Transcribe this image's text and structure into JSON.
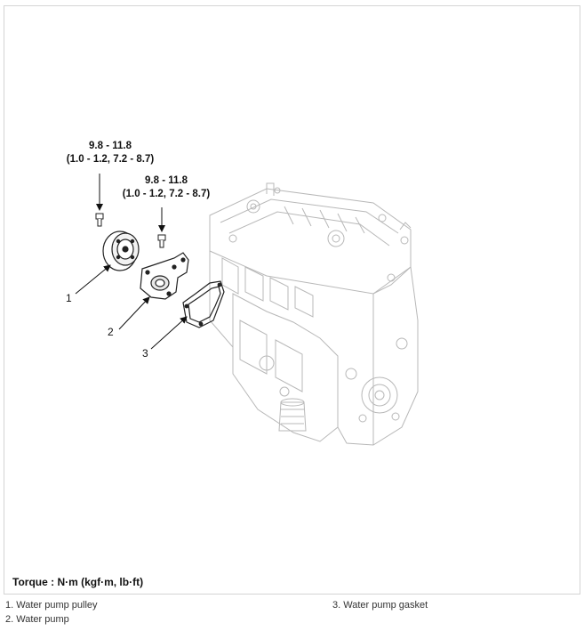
{
  "torque_specs": [
    {
      "value": "9.8 - 11.8",
      "alt_units": "(1.0 - 1.2, 7.2 - 8.7)"
    },
    {
      "value": "9.8 - 11.8",
      "alt_units": "(1.0 - 1.2, 7.2 - 8.7)"
    }
  ],
  "callouts": [
    "1",
    "2",
    "3"
  ],
  "torque_note": "Torque : N·m (kgf·m, lb·ft)",
  "legend": [
    "1. Water pump pulley",
    "2. Water pump",
    "3. Water pump gasket"
  ]
}
